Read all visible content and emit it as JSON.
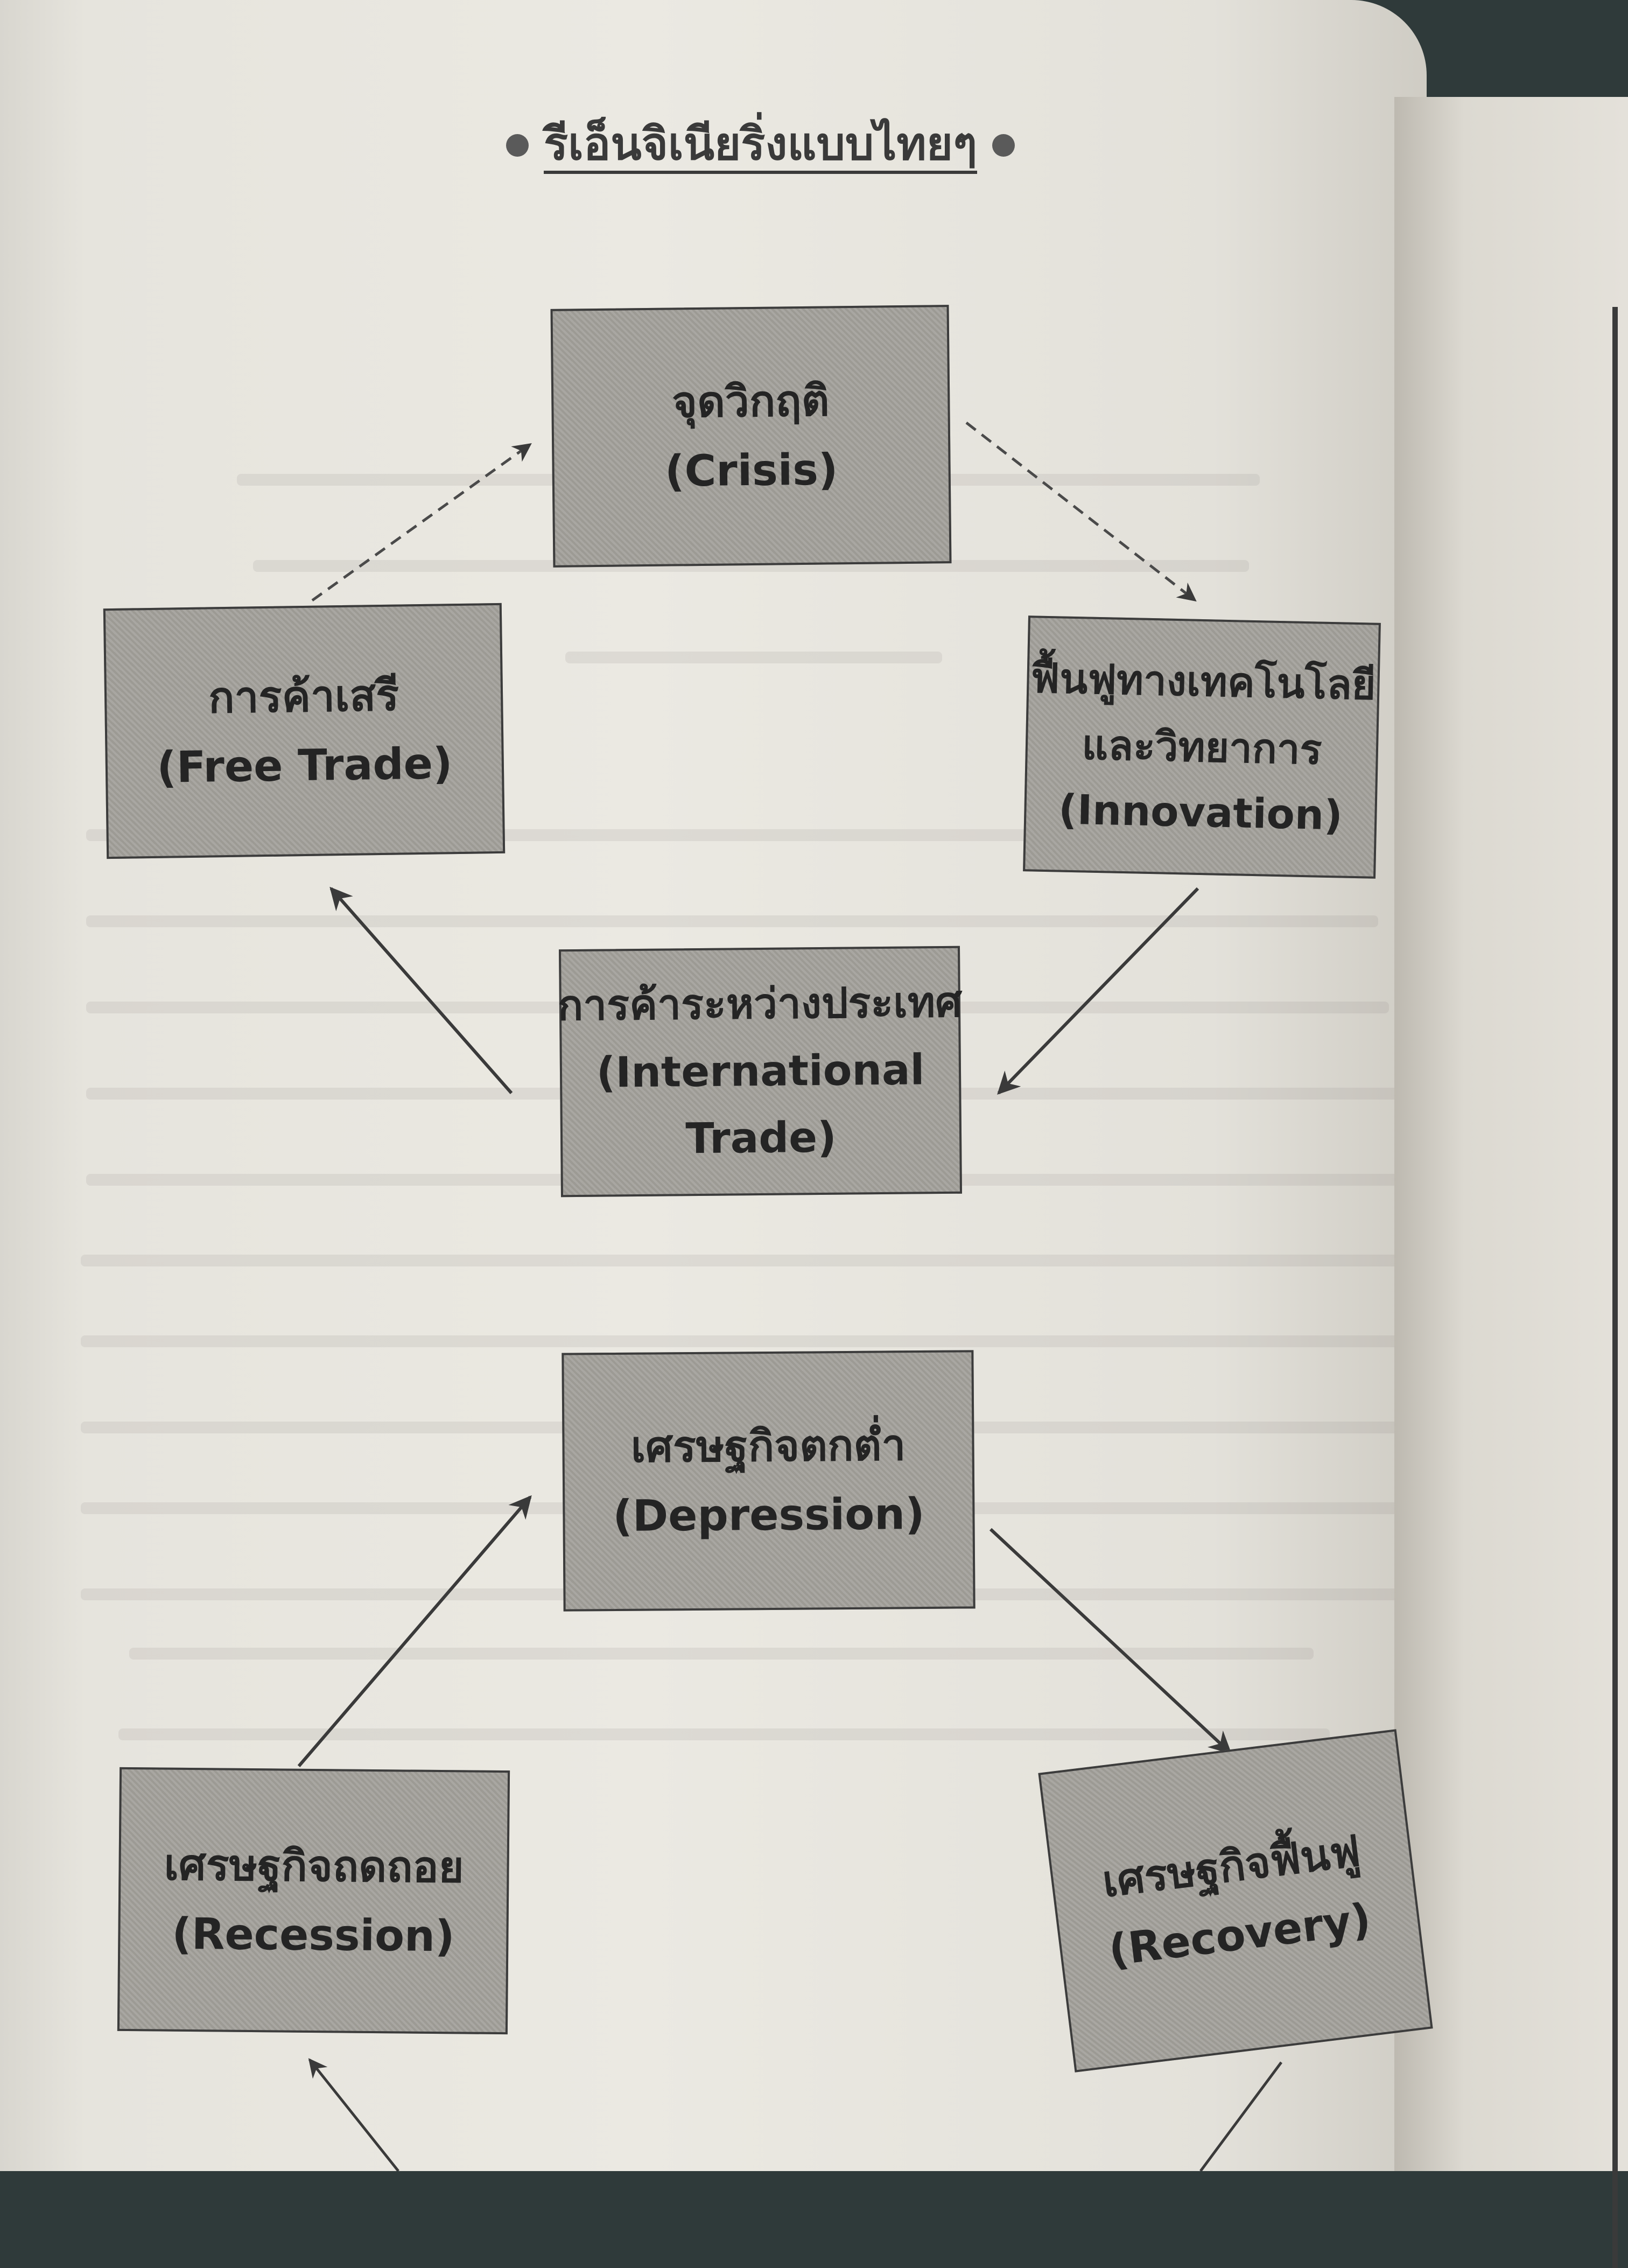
{
  "header": {
    "title": "รีเอ็นจิเนียริ่งแบบไทยๆ"
  },
  "nodes": {
    "crisis": {
      "thai": "จุดวิกฤติ",
      "english": "(Crisis)"
    },
    "free_trade": {
      "thai": "การค้าเสรี",
      "english": "(Free Trade)"
    },
    "innovation": {
      "thai_line1": "ฟื้นฟูทางเทคโนโลยี",
      "thai_line2": "และวิทยาการ",
      "english": "(Innovation)"
    },
    "international_trade": {
      "thai": "การค้าระหว่างประเทศ",
      "english_line1": "(International",
      "english_line2": "Trade)"
    },
    "depression": {
      "thai": "เศรษฐกิจตกต่ำ",
      "english": "(Depression)"
    },
    "recession": {
      "thai": "เศรษฐกิจถดถอย",
      "english": "(Recession)"
    },
    "recovery": {
      "thai": "เศรษฐกิจฟื้นฟู",
      "english": "(Recovery)"
    }
  },
  "edges": [
    {
      "from": "free_trade",
      "to": "crisis",
      "style": "dashed"
    },
    {
      "from": "crisis",
      "to": "innovation",
      "style": "dashed"
    },
    {
      "from": "innovation",
      "to": "international_trade",
      "style": "solid"
    },
    {
      "from": "international_trade",
      "to": "free_trade",
      "style": "solid"
    },
    {
      "from": "recession",
      "to": "depression",
      "style": "solid"
    },
    {
      "from": "depression",
      "to": "recovery",
      "style": "solid"
    },
    {
      "from": "recovery",
      "to": "recession",
      "style": "solid"
    }
  ],
  "colors": {
    "box_fill": "#a4a29c",
    "ink": "#242424",
    "paper": "#ebe9e2"
  }
}
